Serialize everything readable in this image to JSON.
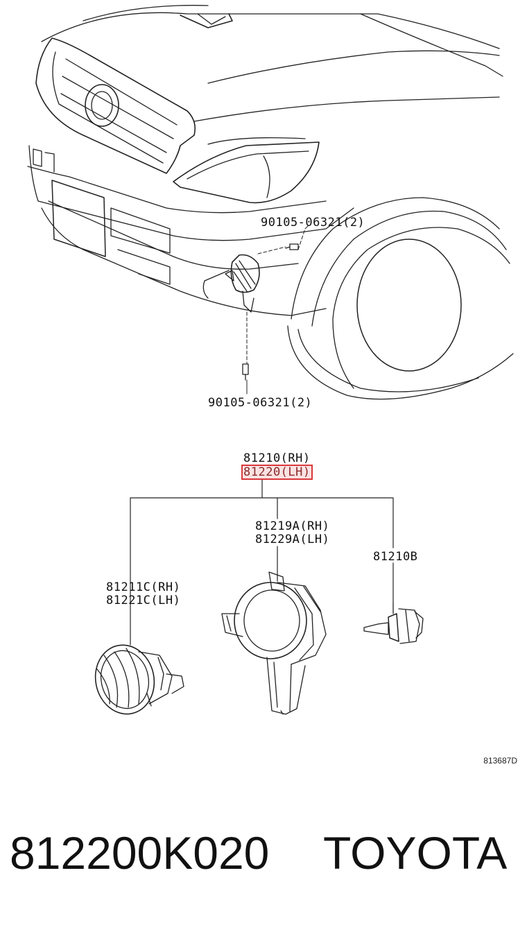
{
  "callouts": {
    "bolt_upper": "90105-06321(2)",
    "bolt_lower": "90105-06321(2)",
    "assy_rh": "81210(RH)",
    "assy_lh": "81220(LH)",
    "unit_rh": "81211C(RH)",
    "unit_lh": "81221C(LH)",
    "bracket_rh": "81219A(RH)",
    "bracket_lh": "81229A(LH)",
    "bulb": "81210B"
  },
  "highlight_color": "#d9383a",
  "figure_id": "813687D",
  "footer": {
    "part_number": "812200K020",
    "brand": "TOYOTA"
  }
}
